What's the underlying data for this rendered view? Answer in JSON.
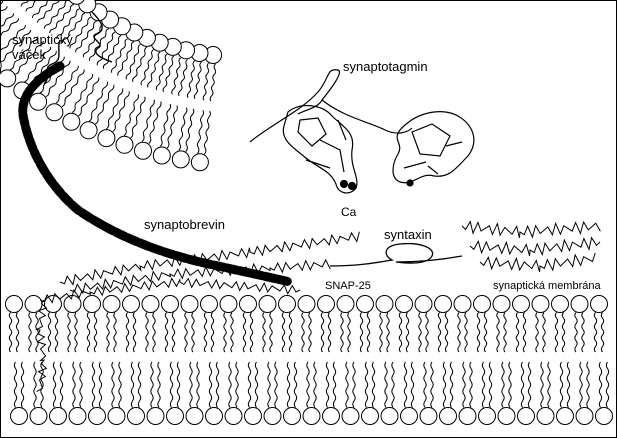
{
  "diagram": {
    "labels": {
      "vesicle": "synaptický\nváček",
      "synaptotagmin": "synaptotagmin",
      "calcium": "Ca",
      "synaptobrevin": "synaptobrevin",
      "syntaxin": "syntaxin",
      "snap25": "SNAP-25",
      "membrane": "synaptická membrána"
    },
    "colors": {
      "ink": "#000000",
      "lipid_head_fill": "#ffffff",
      "synaptobrevin_fill": "#000000",
      "background": "#ffffff"
    }
  }
}
